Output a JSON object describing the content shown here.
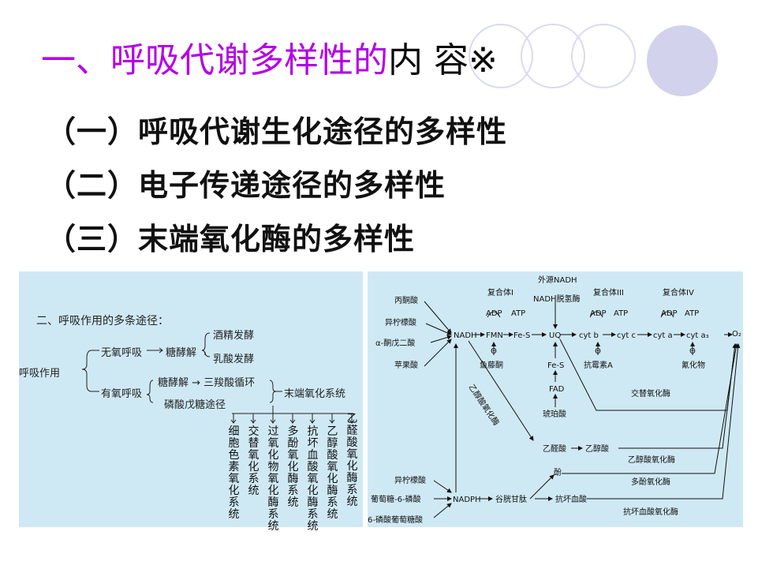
{
  "title": {
    "part1": "一、呼吸代谢多样性的",
    "part2": "内 容※"
  },
  "bullets": [
    "（一）呼吸代谢生化途径的多样性",
    "（二）电子传递途径的多样性",
    "（三）末端氧化酶的多样性"
  ],
  "left_diagram": {
    "heading": "二、呼吸作用的多条途径：",
    "root": "呼吸作用",
    "anaerobic": "无氧呼吸",
    "glycolysis": "糖酵解",
    "alcohol": "酒精发酵",
    "lactic": "乳酸发酵",
    "aerobic": "有氧呼吸",
    "glycolysis_tca": "糖酵解 → 三羧酸循环",
    "ppp": "磷酸戊糖途径",
    "terminal": "末端氧化系统",
    "systems": [
      "细胞色素氧化系统",
      "交替氧化系统",
      "过氧化物氧化酶系统",
      "多酚氧化酶系统",
      "抗坏血酸氧化酶系统",
      "乙醇酸氧化酶系统",
      "乙醛酸氧化酶系统"
    ]
  },
  "right_diagram": {
    "pyruvate": "丙酮酸",
    "isocitrate": "异柠檬酸",
    "ketoglutarate": "α-酮戊二酸",
    "malate": "苹果酸",
    "nadh": "NADH",
    "fmn": "FMN",
    "fes": "Fe-S",
    "uq": "UQ",
    "cytb": "cyt b",
    "cytc": "cyt c",
    "cyta": "cyt a",
    "cyta3": "cyt a₃",
    "o2": "O₂",
    "complex1": "复合体I",
    "complex3": "复合体III",
    "complex4": "复合体IV",
    "external": "外源NADH",
    "ext_dh": "NADH脱氢酶",
    "adp": "ADP",
    "atp": "ATP",
    "rotenone": "鱼藤酮",
    "antimycin": "抗霉素A",
    "cyanide": "氰化物",
    "fes2": "Fe-S",
    "fad": "FAD",
    "succinate": "琥珀酸",
    "alt_oxidase": "交替氧化酶",
    "glycolate_ox": "乙醇酸氧化酶",
    "acetaldehyde": "乙醛酸",
    "glycolic": "乙醇酸",
    "phenol": "酚",
    "polyphenol_ox": "多酚氧化酶",
    "isocitrate2": "异柠檬酸",
    "g6p": "葡萄糖-6-磷酸",
    "pgluconate": "6-磷酸葡萄糖酸",
    "nadph": "NADPH",
    "glutathione": "谷胱甘肽",
    "ascorbate": "抗坏血酸",
    "ascorbate_ox": "抗坏血酸氧化酶",
    "inhibit": "Θ"
  },
  "colors": {
    "title_purple": "#b400e6",
    "panel_bg": "#cfe9f4",
    "deco_circle": "#dadaf0",
    "deco_filled": "#d2d2ec"
  }
}
